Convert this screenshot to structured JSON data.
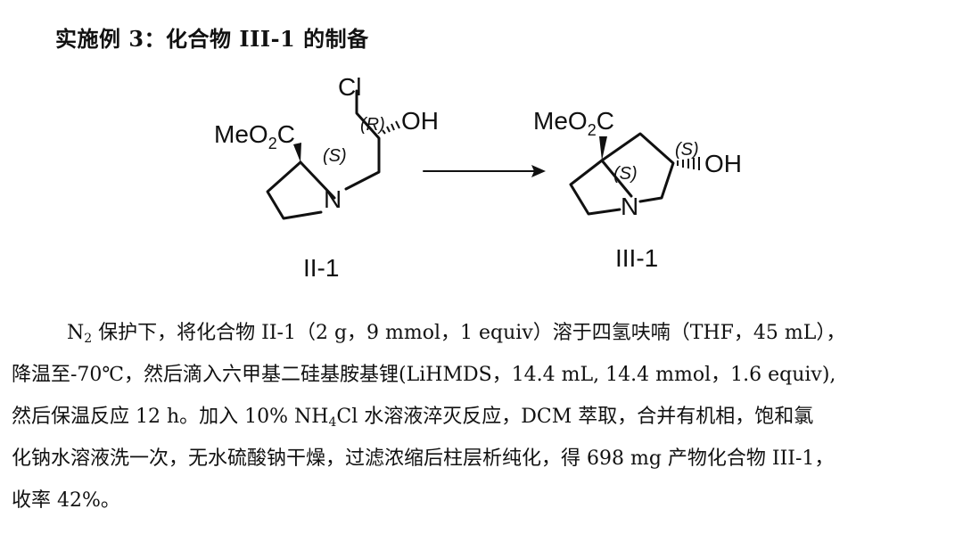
{
  "document": {
    "heading": "实施例 3：化合物 III-1 的制备"
  },
  "scheme": {
    "reactant": {
      "compound_label": "II-1",
      "chlorine": "Cl",
      "stereo_r": "(R)",
      "hydroxyl": "OH",
      "ester": "MeO",
      "ester_sub": "2",
      "ester_c": "C",
      "stereo_s": "(S)",
      "nitrogen": "N"
    },
    "product": {
      "compound_label": "III-1",
      "ester": "MeO",
      "ester_sub": "2",
      "ester_c": "C",
      "stereo_s_ring": "(S)",
      "stereo_s_oh": "(S)",
      "hydroxyl": "OH",
      "nitrogen": "N"
    }
  },
  "paragraph": {
    "l1_n": "N",
    "l1_sub": "2",
    "l1_rest": " 保护下，将化合物 II-1（2 g，9 mmol，1 equiv）溶于四氢呋喃（THF，45 mL），",
    "l2": "降温至-70℃，然后滴入六甲基二硅基胺基锂(LiHMDS，14.4 mL, 14.4 mmol，1.6 equiv),",
    "l3_a": "然后保温反应 12 h。加入 10% NH",
    "l3_sub": "4",
    "l3_b": "Cl 水溶液淬灭反应，DCM 萃取，合并有机相，饱和氯",
    "l4": "化钠水溶液洗一次，无水硫酸钠干燥，过滤浓缩后柱层析纯化，得 698 mg 产物化合物 III-1，",
    "l5": "收率 42%。"
  }
}
